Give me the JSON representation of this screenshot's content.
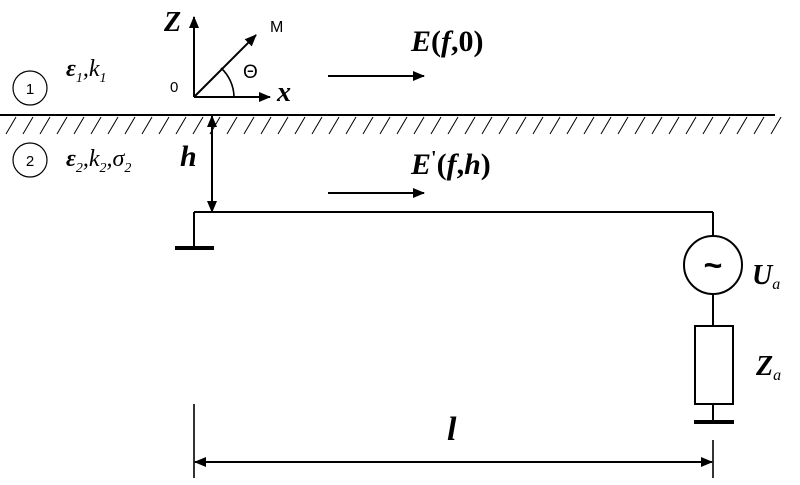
{
  "medium1": {
    "number": "1",
    "params": {
      "eps": "ε",
      "eps_sub": "1",
      "sep": ",",
      "k": "k",
      "k_sub": "1"
    }
  },
  "medium2": {
    "number": "2",
    "params": {
      "eps": "ε",
      "eps_sub": "2",
      "sep1": ",",
      "k": "k",
      "k_sub": "2",
      "sep2": ",",
      "sigma": "σ",
      "sigma_sub": "2"
    }
  },
  "axes": {
    "z": "Z",
    "x": "x",
    "origin": "0",
    "m": "M",
    "theta": "Θ"
  },
  "fields": {
    "surface": {
      "E": "E",
      "open": "(",
      "f": "f",
      "comma": ",",
      "arg": "0",
      "close": ")"
    },
    "buried": {
      "E": "E",
      "prime": "'",
      "open": "(",
      "f": "f",
      "comma": ",",
      "arg": "h",
      "close": ")"
    }
  },
  "depth": "h",
  "source": {
    "symbol": "~",
    "label": "U",
    "sub": "a"
  },
  "impedance": {
    "label": "Z",
    "sub": "a"
  },
  "length": "l"
}
